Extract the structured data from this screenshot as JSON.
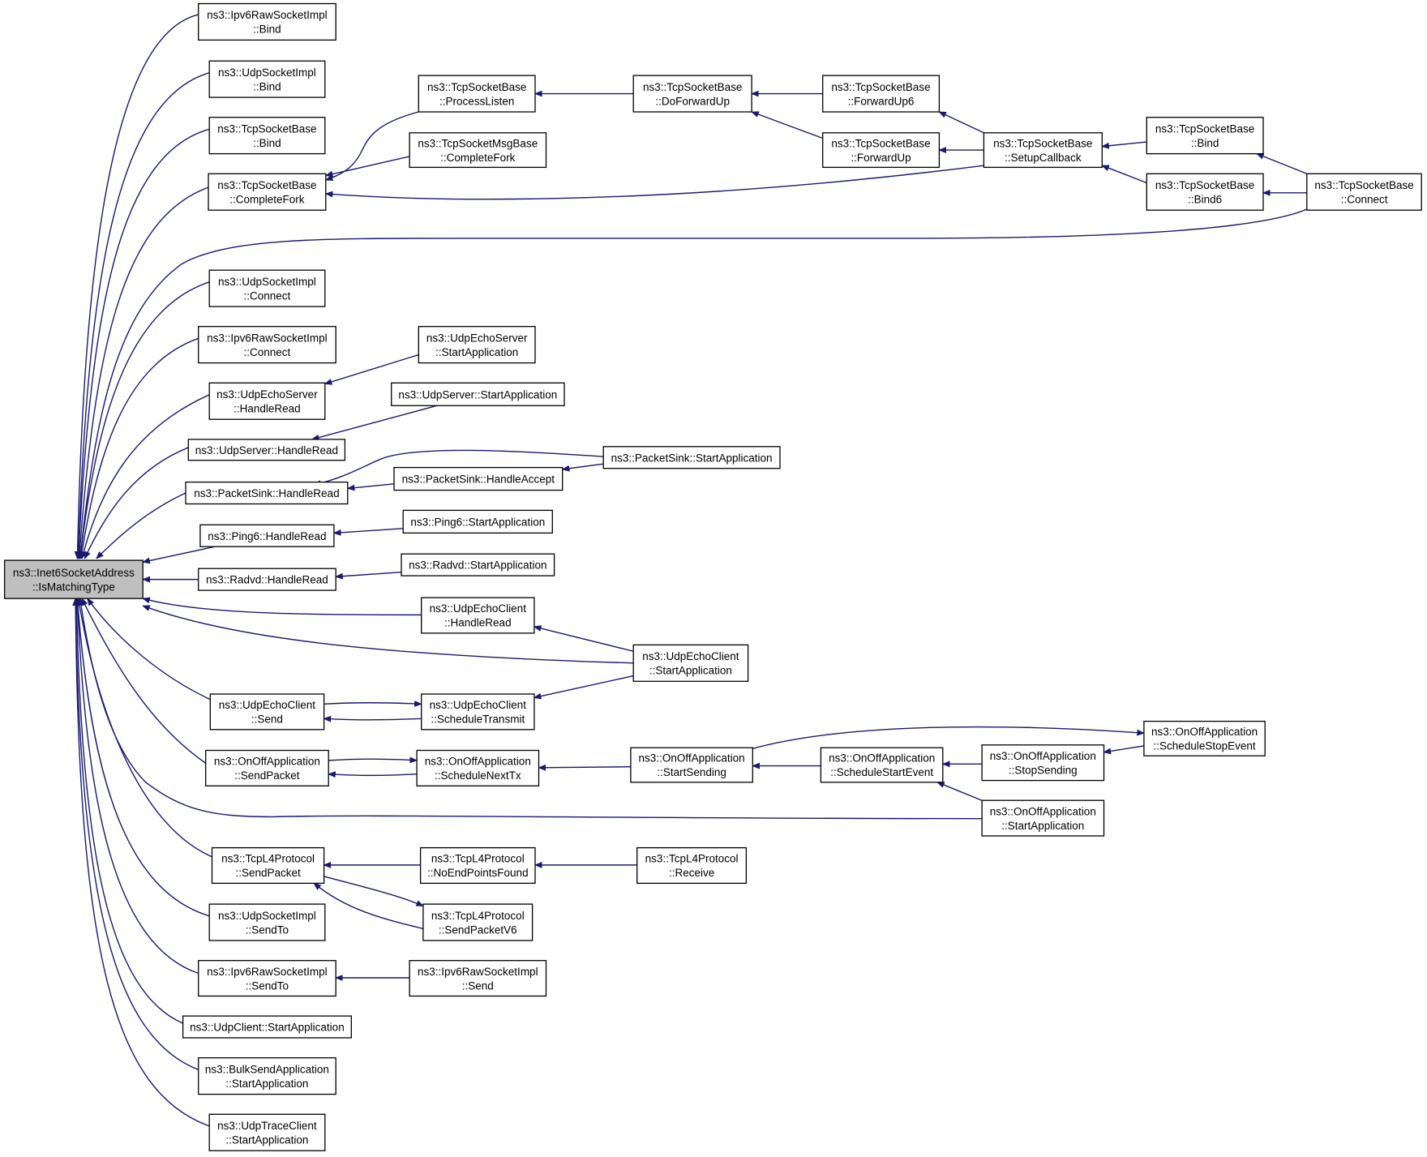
{
  "diagram": {
    "colors": {
      "edge": "#191970",
      "node_border": "#000000",
      "focus_fill": "#bfbfbf",
      "node_fill": "#ffffff"
    },
    "nodes": {
      "n0": [
        "ns3::Inet6SocketAddress",
        "::IsMatchingType"
      ],
      "n1": [
        "ns3::Ipv6RawSocketImpl",
        "::Bind"
      ],
      "n2": [
        "ns3::UdpSocketImpl",
        "::Bind"
      ],
      "n3": [
        "ns3::TcpSocketBase",
        "::Bind"
      ],
      "n4": [
        "ns3::TcpSocketBase",
        "::CompleteFork"
      ],
      "n5": [
        "ns3::TcpSocketBase",
        "::ProcessListen"
      ],
      "n6": [
        "ns3::TcpSocketMsgBase",
        "::CompleteFork"
      ],
      "n7": [
        "ns3::TcpSocketBase",
        "::DoForwardUp"
      ],
      "n8": [
        "ns3::TcpSocketBase",
        "::ForwardUp6"
      ],
      "n9": [
        "ns3::TcpSocketBase",
        "::ForwardUp"
      ],
      "n10": [
        "ns3::TcpSocketBase",
        "::SetupCallback"
      ],
      "n11": [
        "ns3::TcpSocketBase",
        "::Bind"
      ],
      "n12": [
        "ns3::TcpSocketBase",
        "::Bind6"
      ],
      "n13": [
        "ns3::TcpSocketBase",
        "::Connect"
      ],
      "n14": [
        "ns3::UdpSocketImpl",
        "::Connect"
      ],
      "n15": [
        "ns3::Ipv6RawSocketImpl",
        "::Connect"
      ],
      "n16": [
        "ns3::UdpEchoServer",
        "::HandleRead"
      ],
      "n17": [
        "ns3::UdpEchoServer",
        "::StartApplication"
      ],
      "n18": [
        "ns3::UdpServer::StartApplication"
      ],
      "n19": [
        "ns3::UdpServer::HandleRead"
      ],
      "n20": [
        "ns3::PacketSink::StartApplication"
      ],
      "n21": [
        "ns3::PacketSink::HandleAccept"
      ],
      "n22": [
        "ns3::PacketSink::HandleRead"
      ],
      "n23": [
        "ns3::Ping6::StartApplication"
      ],
      "n24": [
        "ns3::Ping6::HandleRead"
      ],
      "n25": [
        "ns3::Radvd::StartApplication"
      ],
      "n26": [
        "ns3::Radvd::HandleRead"
      ],
      "n27": [
        "ns3::UdpEchoClient",
        "::HandleRead"
      ],
      "n28": [
        "ns3::UdpEchoClient",
        "::StartApplication"
      ],
      "n29": [
        "ns3::UdpEchoClient",
        "::Send"
      ],
      "n30": [
        "ns3::UdpEchoClient",
        "::ScheduleTransmit"
      ],
      "n31": [
        "ns3::OnOffApplication",
        "::ScheduleStopEvent"
      ],
      "n32": [
        "ns3::OnOffApplication",
        "::SendPacket"
      ],
      "n33": [
        "ns3::OnOffApplication",
        "::ScheduleNextTx"
      ],
      "n34": [
        "ns3::OnOffApplication",
        "::StartSending"
      ],
      "n35": [
        "ns3::OnOffApplication",
        "::ScheduleStartEvent"
      ],
      "n36": [
        "ns3::OnOffApplication",
        "::StopSending"
      ],
      "n37": [
        "ns3::OnOffApplication",
        "::StartApplication"
      ],
      "n38": [
        "ns3::TcpL4Protocol",
        "::SendPacket"
      ],
      "n39": [
        "ns3::TcpL4Protocol",
        "::NoEndPointsFound"
      ],
      "n40": [
        "ns3::TcpL4Protocol",
        "::Receive"
      ],
      "n41": [
        "ns3::TcpL4Protocol",
        "::SendPacketV6"
      ],
      "n42": [
        "ns3::UdpSocketImpl",
        "::SendTo"
      ],
      "n43": [
        "ns3::Ipv6RawSocketImpl",
        "::SendTo"
      ],
      "n44": [
        "ns3::Ipv6RawSocketImpl",
        "::Send"
      ],
      "n45": [
        "ns3::UdpClient::StartApplication"
      ],
      "n46": [
        "ns3::BulkSendApplication",
        "::StartApplication"
      ],
      "n47": [
        "ns3::UdpTraceClient",
        "::StartApplication"
      ]
    }
  }
}
